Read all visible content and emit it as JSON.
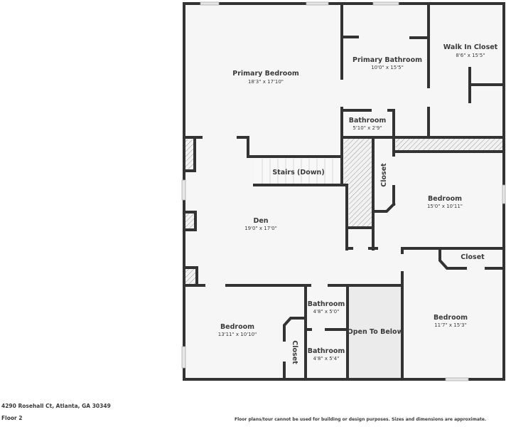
{
  "floor_plan": {
    "rooms": [
      {
        "name": "Primary Bedroom",
        "dims": "18'3\" x 17'10\""
      },
      {
        "name": "Primary Bathroom",
        "dims": "10'0\" x 15'5\""
      },
      {
        "name": "Walk In Closet",
        "dims": "8'6\" x 15'5\""
      },
      {
        "name": "Bathroom",
        "dims": "5'10\" x 2'9\""
      },
      {
        "name": "Stairs (Down)",
        "dims": ""
      },
      {
        "name": "Closet",
        "dims": ""
      },
      {
        "name": "Bedroom",
        "dims": "15'0\" x 10'11\""
      },
      {
        "name": "Den",
        "dims": "19'0\" x 17'0\""
      },
      {
        "name": "Closet",
        "dims": ""
      },
      {
        "name": "Bathroom",
        "dims": "4'8\" x 5'0\""
      },
      {
        "name": "Bedroom",
        "dims": "13'11\" x 10'10\""
      },
      {
        "name": "Open To Below",
        "dims": ""
      },
      {
        "name": "Closet",
        "dims": ""
      },
      {
        "name": "Bathroom",
        "dims": "4'8\" x 5'4\""
      },
      {
        "name": "Bedroom",
        "dims": "11'7\" x 15'3\""
      }
    ],
    "colors": {
      "wall": "#333333",
      "floor": "#f6f6f6",
      "open_below": "#ebebeb"
    }
  },
  "footer": {
    "address": "4290 Rosehall Ct, Atlanta, GA 30349",
    "floor_label": "Floor 2",
    "disclaimer": "Floor plans/tour cannot be used for building or design purposes. Sizes and dimensions are approximate."
  }
}
